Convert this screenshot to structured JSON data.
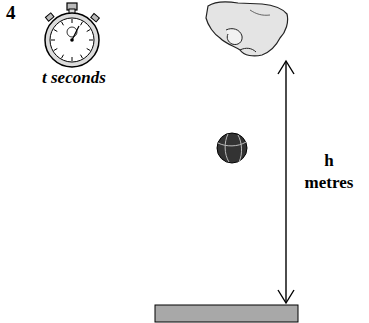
{
  "diagram": {
    "labels": [
      "4",
      "t seconds",
      "h metres"
    ]
  }
}
